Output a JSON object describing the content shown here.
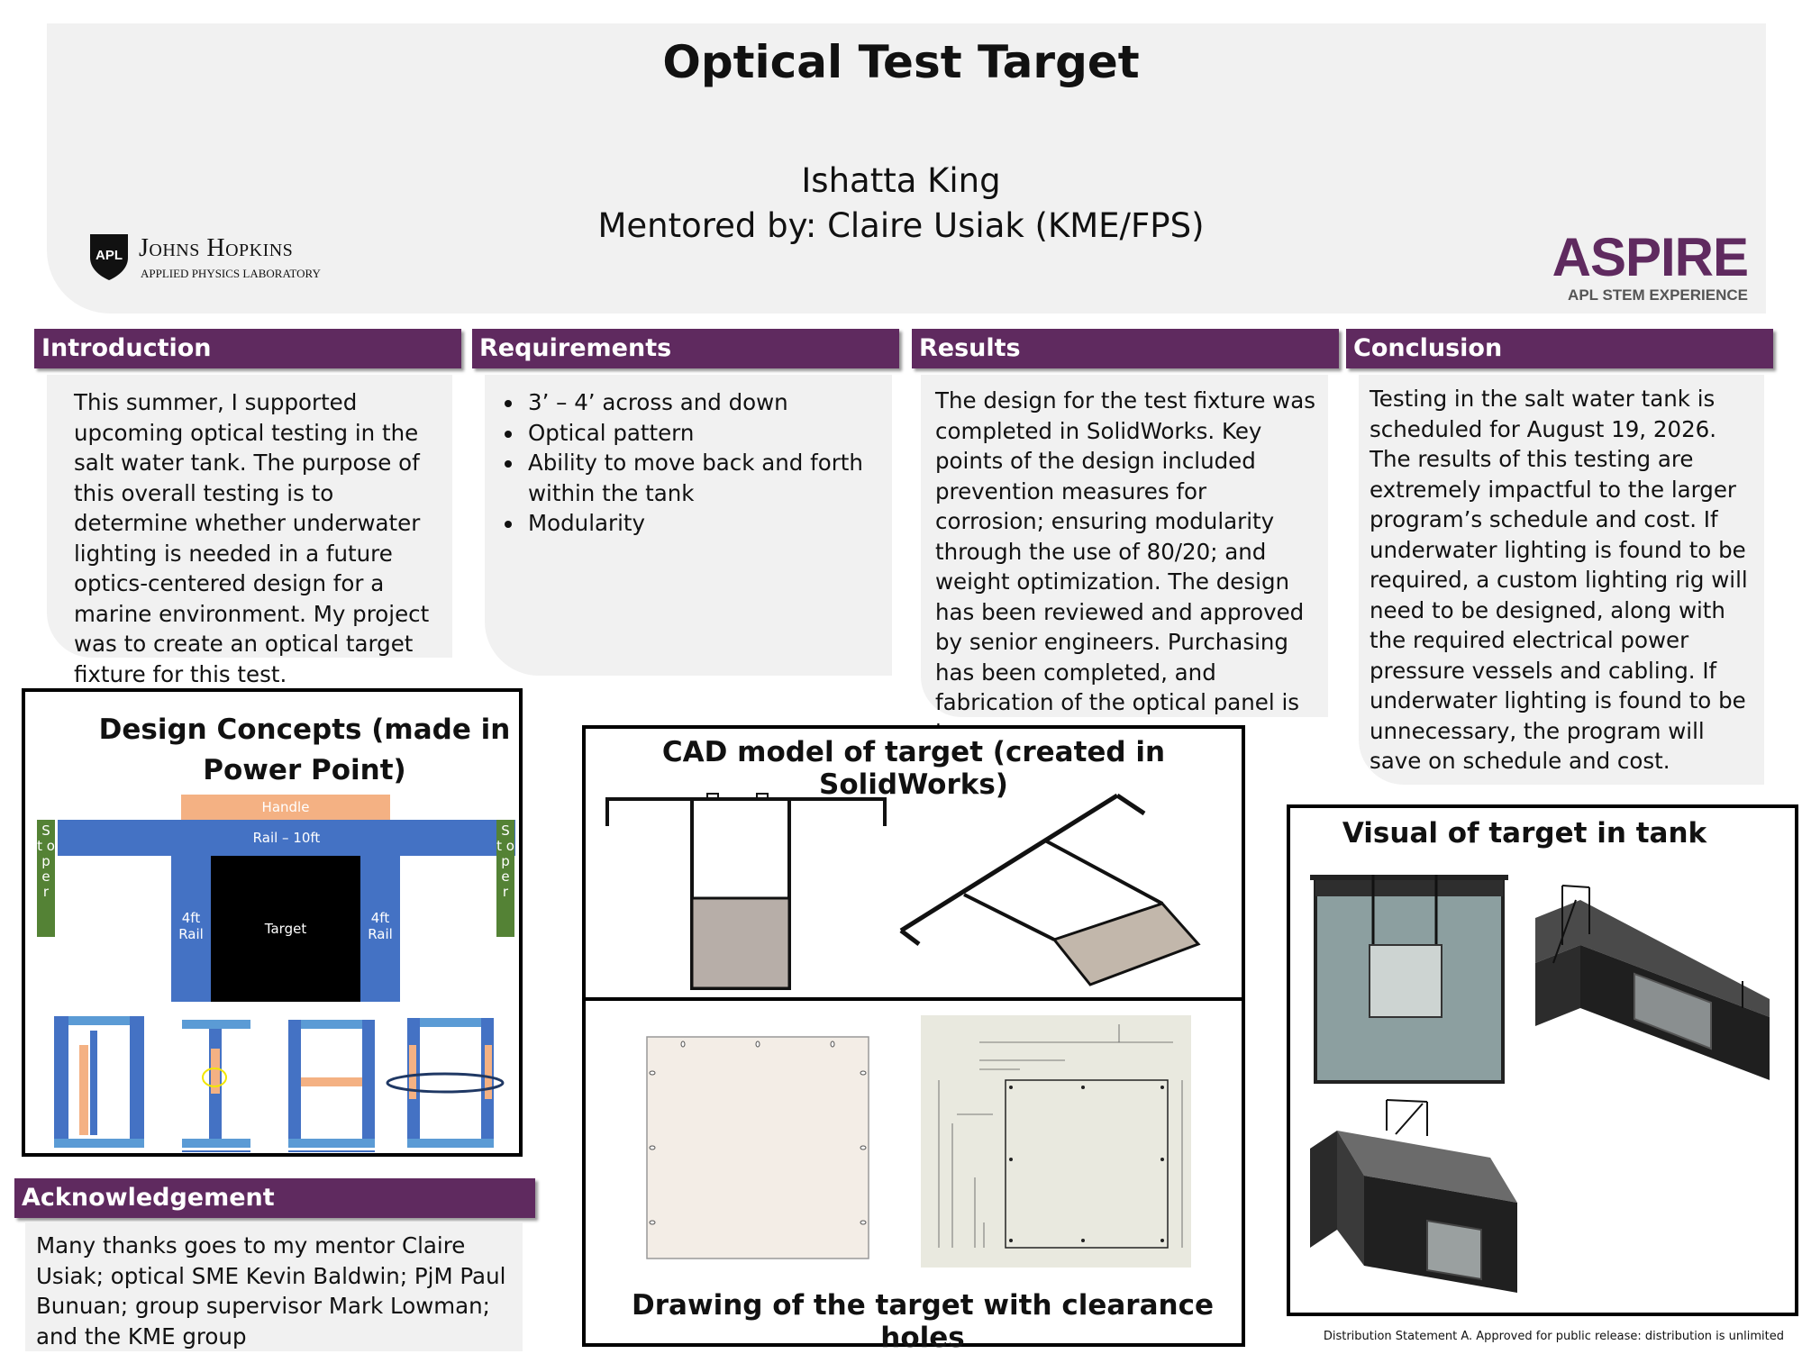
{
  "header": {
    "title": "Optical Test Target",
    "author": "Ishatta King",
    "mentor": "Mentored by: Claire Usiak (KME/FPS)",
    "logo_left": {
      "seal": "APL",
      "name": "Johns Hopkins",
      "sub": "APPLIED PHYSICS LABORATORY"
    },
    "logo_right": {
      "name": "ASPIRE",
      "sub": "APL STEM EXPERIENCE"
    }
  },
  "sections": {
    "introduction": {
      "heading": "Introduction",
      "body": "This summer, I supported upcoming optical testing in the salt water tank. The purpose of this overall testing is to determine whether underwater lighting is needed in a future optics-centered design for a marine environment. My project was to create an optical target fixture for this test."
    },
    "requirements": {
      "heading": "Requirements",
      "items": [
        "3’ – 4’ across and down",
        "Optical pattern",
        "Ability to move back and forth within the tank",
        "Modularity"
      ]
    },
    "results": {
      "heading": "Results",
      "body": "The design for the test fixture was completed in SolidWorks. Key points of the design included prevention measures for corrosion; ensuring modularity through the use of 80/20; and weight optimization. The design has been reviewed and approved by senior engineers. Purchasing has been completed, and fabrication of the optical panel is in progress."
    },
    "conclusion": {
      "heading": "Conclusion",
      "body": "Testing in the salt water tank is scheduled for August 19, 2026. The results of this testing are extremely impactful to the larger program’s schedule and cost.  If underwater lighting is found to be required, a custom lighting rig will need to be designed, along with the required electrical power pressure vessels and cabling.  If underwater lighting is found to be unnecessary, the program will save on schedule and cost."
    },
    "acknowledgement": {
      "heading": "Acknowledgement",
      "body": "Many thanks goes to my mentor Claire Usiak; optical SME Kevin Baldwin; PjM Paul Bunuan; group supervisor Mark Lowman; and the KME group"
    }
  },
  "design_concepts": {
    "title": "Design Concepts (made in Power Point)",
    "handle": "Handle",
    "rail_top": "Rail – 10ft",
    "stopper": "S t o p e r",
    "rail_side": "4ft Rail",
    "target": "Target",
    "colors": {
      "rail": "#4472c4",
      "handle": "#f4b183",
      "stopper": "#548235",
      "target": "#000000"
    }
  },
  "cad": {
    "title": "CAD model of target (created in SolidWorks)",
    "drawing_title": "Drawing of the target with clearance holes"
  },
  "visual": {
    "title": "Visual of target in tank"
  },
  "footer": "Distribution Statement A. Approved for public release: distribution is unlimited",
  "colors": {
    "accent": "#5f2a5f",
    "panel": "#f1f1f1"
  }
}
